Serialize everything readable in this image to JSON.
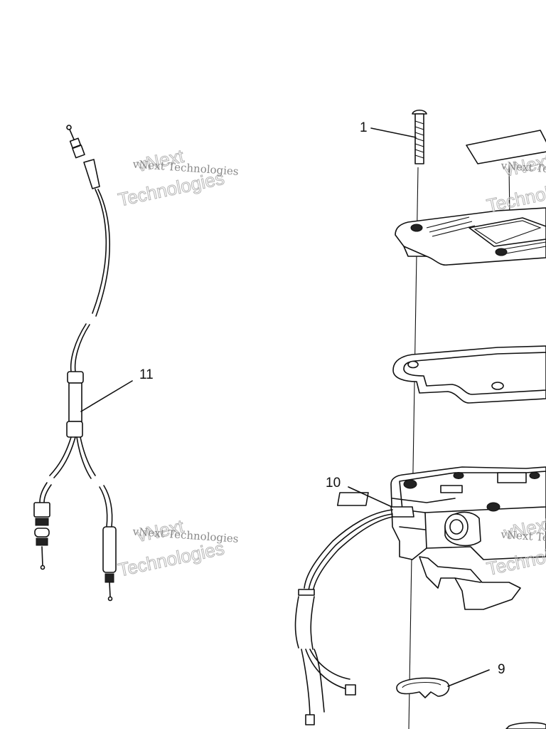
{
  "diagram": {
    "callouts": [
      "1",
      "11",
      "10",
      "9"
    ],
    "watermark": {
      "line1": "vNext Technologies",
      "line2": "vNext",
      "line3": "Technologies"
    }
  }
}
